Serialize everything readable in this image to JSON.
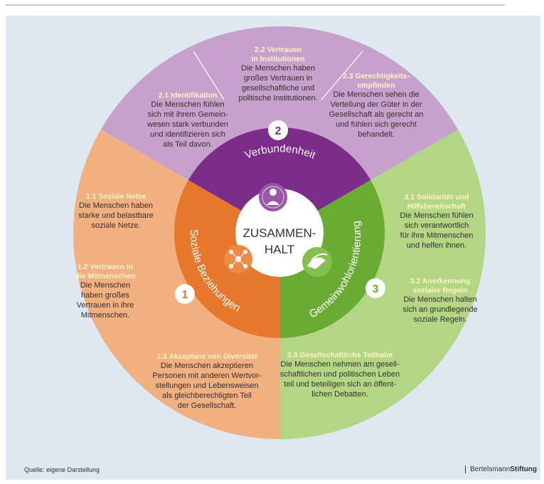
{
  "center": {
    "line1": "ZUSAMMEN-",
    "line2": "HALT"
  },
  "pillars": {
    "verbundenheit": {
      "number": "2",
      "label": "Verbundenheit",
      "color": "#7b2d8a"
    },
    "beziehungen": {
      "number": "1",
      "label": "Soziale Beziehungen",
      "color": "#e8772e"
    },
    "gemeinwohl": {
      "number": "3",
      "label": "Gemeinwohlorientierung",
      "color": "#6aab34"
    }
  },
  "sections": {
    "s21": {
      "title": "2.1 Identifikation",
      "lines": [
        "Die Menschen fühlen",
        "sich mit ihrem Gemein-",
        "wesen stark verbunden",
        "und identifizieren sich",
        "als Teil davon."
      ]
    },
    "s22": {
      "title": [
        "2.2 Vertrauen",
        "in Institutionen"
      ],
      "lines": [
        "Die Menschen haben",
        "großes Vertrauen in",
        "gesellschaftliche und",
        "politische Institutionen."
      ]
    },
    "s23": {
      "title": [
        "2.3 Gerechtigkeits-",
        "empfinden"
      ],
      "lines": [
        "Die Menschen sehen die",
        "Verteilung der Güter in der",
        "Gesellschaft als gerecht an",
        "und fühlen sich gerecht",
        "behandelt."
      ]
    },
    "s11": {
      "title": "1.1 Soziale Netze",
      "lines": [
        "Die Menschen haben",
        "starke und belastbare",
        "soziale Netze."
      ]
    },
    "s12": {
      "title": [
        "1.2 Vertrauen in",
        "die Mitmenschen"
      ],
      "lines": [
        "Die Menschen",
        "haben großes",
        "Vertrauen in ihre",
        "Mitmenschen."
      ]
    },
    "s13": {
      "title": "1.3 Akzeptanz von Diversität",
      "lines": [
        "Die Menschen akzeptieren",
        "Personen mit anderen Wertvor-",
        "stellungen und Lebensweisen",
        "als gleichberechtigten Teil",
        "der Gesellschaft."
      ]
    },
    "s31": {
      "title": [
        "3.1 Solidarität und",
        "Hilfsbereitschaft"
      ],
      "lines": [
        "Die Menschen fühlen",
        "sich verantwortlich",
        "für ihre Mitmenschen",
        "und helfen ihnen."
      ]
    },
    "s32": {
      "title": [
        "3.2 Anerkennung",
        "sozialer Regeln"
      ],
      "lines": [
        "Die Menschen halten",
        "sich an grundlegende",
        "soziale Regeln."
      ]
    },
    "s33": {
      "title": "3.3 Gesellschaftliche Teilhabe",
      "lines": [
        "Die Menschen nehmen am gesell-",
        "schaftlichen und politischen Leben",
        "teil und beteiligen sich an öffent-",
        "lichen Debatten."
      ]
    }
  },
  "colors": {
    "outer_purple": "#c6a1cb",
    "outer_orange": "#f0b07f",
    "outer_green": "#b3d685",
    "title_yellow": "#fff3c4",
    "body_text": "#3a2d2f"
  },
  "footer": {
    "source": "Quelle: eigene Darstellung",
    "brand_a": "Bertelsmann",
    "brand_b": "Stiftung"
  }
}
